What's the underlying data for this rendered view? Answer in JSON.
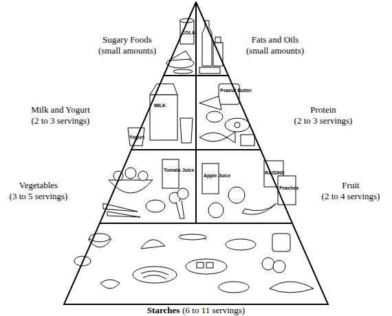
{
  "diagram": {
    "nodes": [
      {
        "text": [
          "Sugary Foods",
          "(small amounts)"
        ]
      },
      {
        "text": [
          "Fats and Oils",
          "(small amounts)"
        ]
      },
      {
        "text": [
          "Milk and Yogurt",
          "(2 to 3 servings)"
        ]
      },
      {
        "text": [
          "Protein",
          "(2 to 3 servings)"
        ]
      },
      {
        "text": [
          "Vegetables",
          "(3 to 5 servings)"
        ]
      },
      {
        "text": [
          "Fruit",
          "(2 to 4 servings)"
        ]
      },
      {
        "text": [
          "Starches",
          "(6 to 11 servings)"
        ]
      }
    ],
    "labels": [
      "COLA",
      "MILK",
      "Yogurt",
      "Peanut Butter",
      "Tomato Juice",
      "Apple Juice",
      "RAISINS",
      "Peaches"
    ]
  }
}
